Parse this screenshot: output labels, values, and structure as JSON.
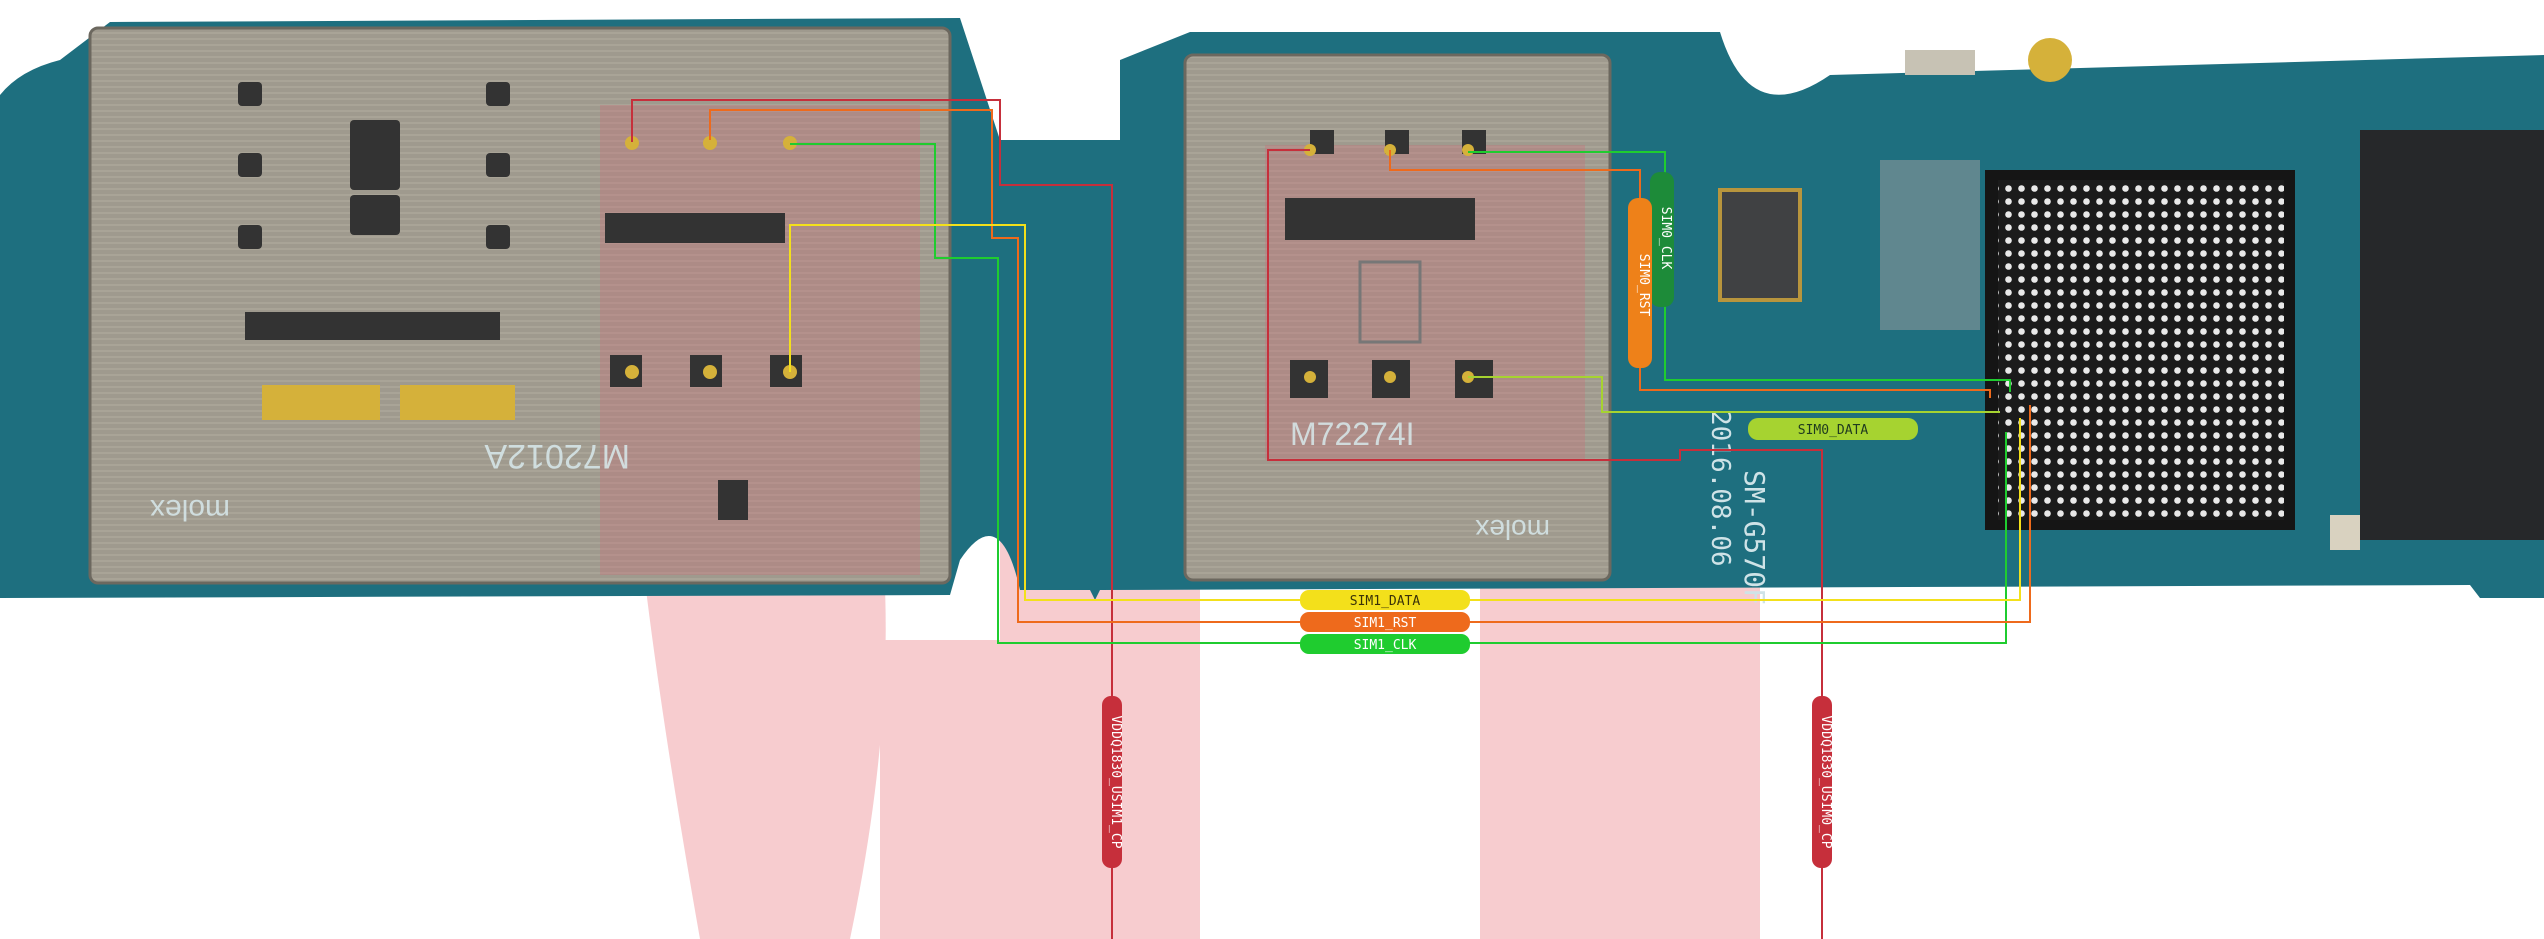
{
  "board": {
    "model": "SM-G570F",
    "date": "2016.08.06",
    "slot1_marking": "M72012A",
    "slot2_marking": "M72274I",
    "vendor1": "molex",
    "vendor2": "molex"
  },
  "signals": {
    "sim0_clk": "SIM0_CLK",
    "sim0_rst": "SIM0_RST",
    "sim0_data": "SIM0_DATA",
    "sim1_data": "SIM1_DATA",
    "sim1_rst": "SIM1_RST",
    "sim1_clk": "SIM1_CLK",
    "vddq_usim1": "VDDQ1830_USIM1_CP",
    "vddq_usim0": "VDDQ1830_USIM0_CP"
  },
  "colors": {
    "board": "#1e6f7f",
    "metal": "#9c978b",
    "clk": "#1fcc2f",
    "rst": "#ee6a1c",
    "data_yellow": "#f3e01b",
    "data_lime": "#a6d330",
    "vddq": "#c62f3b",
    "watermark": "#f1a3a8"
  }
}
